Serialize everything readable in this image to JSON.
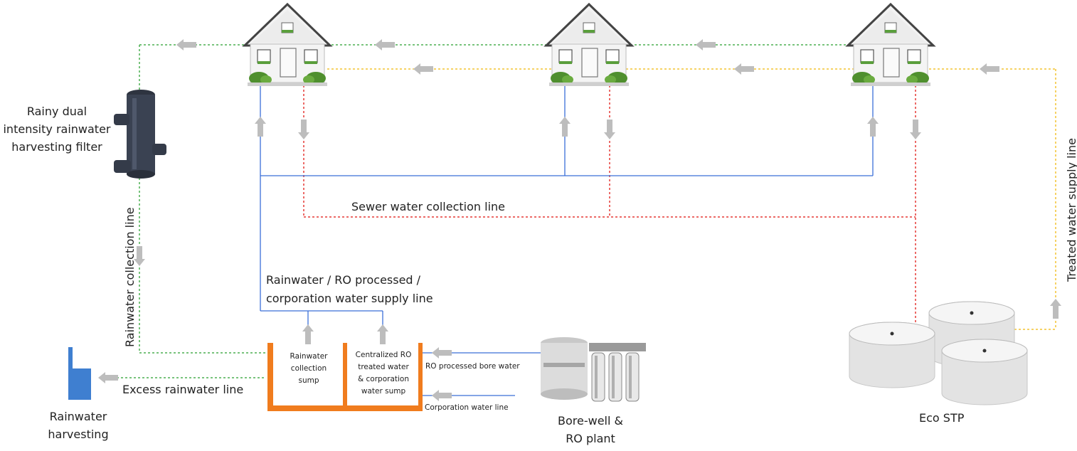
{
  "labels": {
    "filter": [
      "Rainy dual",
      "intensity rainwater",
      "harvesting filter"
    ],
    "rainwater_collection_line": "Rainwater collection line",
    "sewer_line": "Sewer water collection line",
    "supply_line": [
      "Rainwater / RO processed /",
      "corporation water supply line"
    ],
    "treated_line": "Treated water supply line",
    "excess_line": "Excess rainwater line",
    "rainwater_harvesting": [
      "Rainwater",
      "harvesting"
    ],
    "collection_sump": [
      "Rainwater",
      "collection",
      "sump"
    ],
    "ro_sump": [
      "Centralized RO",
      "treated water",
      "& corporation",
      "water sump"
    ],
    "ro_bore_water": "RO processed bore water",
    "corporation_line": "Corporation water line",
    "borewell": [
      "Bore-well &",
      "RO plant"
    ],
    "eco_stp": "Eco STP"
  },
  "colors": {
    "rainwater_line": "#4caf50",
    "sewer_line": "#e53935",
    "supply_line": "#3b6fd8",
    "treated_line": "#f4c430",
    "sump": "#f07c1e",
    "arrow": "#bdbdbd",
    "harvest_tank": "#3f7fd0"
  },
  "icons": [
    "house-icon",
    "filter-icon",
    "ro-plant-icon",
    "stp-tank-icon",
    "harvest-tank-icon",
    "flow-arrow-icon"
  ]
}
